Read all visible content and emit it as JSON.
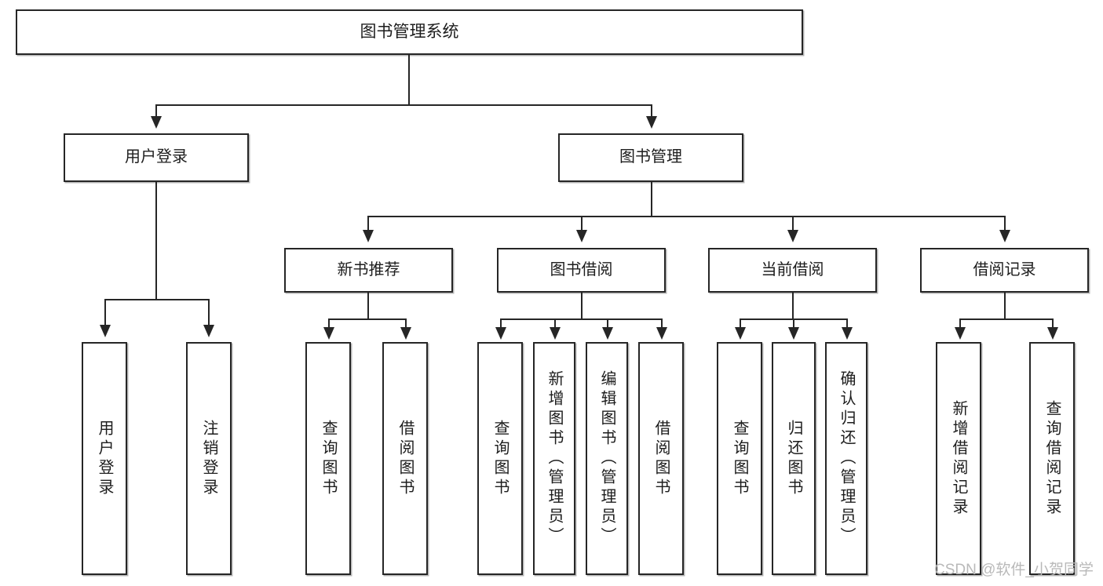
{
  "diagram": {
    "title": "图书管理系统",
    "type": "tree",
    "root": {
      "label": "图书管理系统",
      "children": [
        {
          "label": "用户登录",
          "children": [
            {
              "label": "用户登录"
            },
            {
              "label": "注销登录"
            }
          ]
        },
        {
          "label": "图书管理",
          "children": [
            {
              "label": "新书推荐",
              "children": [
                {
                  "label": "查询图书"
                },
                {
                  "label": "借阅图书"
                }
              ]
            },
            {
              "label": "图书借阅",
              "children": [
                {
                  "label": "查询图书"
                },
                {
                  "label": "新增图书（管理员）"
                },
                {
                  "label": "编辑图书（管理员）"
                },
                {
                  "label": "借阅图书"
                }
              ]
            },
            {
              "label": "当前借阅",
              "children": [
                {
                  "label": "查询图书"
                },
                {
                  "label": "归还图书"
                },
                {
                  "label": "确认归还（管理员）"
                }
              ]
            },
            {
              "label": "借阅记录",
              "children": [
                {
                  "label": "新增借阅记录"
                },
                {
                  "label": "查询借阅记录"
                }
              ]
            }
          ]
        }
      ]
    }
  },
  "nodes": {
    "root": "图书管理系统",
    "l2_user_login": "用户登录",
    "l2_book_manage": "图书管理",
    "l3_new_book": "新书推荐",
    "l3_borrow": "图书借阅",
    "l3_current": "当前借阅",
    "l3_record": "借阅记录",
    "leaf_user_login": "用户登录",
    "leaf_logout": "注销登录",
    "leaf_query_book_1": "查询图书",
    "leaf_borrow_book_1": "借阅图书",
    "leaf_query_book_2": "查询图书",
    "leaf_add_book_admin": "新增图书（管理员）",
    "leaf_edit_book_admin": "编辑图书（管理员）",
    "leaf_borrow_book_2": "借阅图书",
    "leaf_query_book_3": "查询图书",
    "leaf_return_book": "归还图书",
    "leaf_confirm_return_admin": "确认归还（管理员）",
    "leaf_add_record": "新增借阅记录",
    "leaf_query_record": "查询借阅记录"
  },
  "watermark": {
    "text": "CSDN @软件_小贺同学"
  },
  "colors": {
    "stroke": "#262626",
    "background": "#ffffff",
    "text": "#1d1d1d",
    "watermark": "#b9b9b9"
  }
}
